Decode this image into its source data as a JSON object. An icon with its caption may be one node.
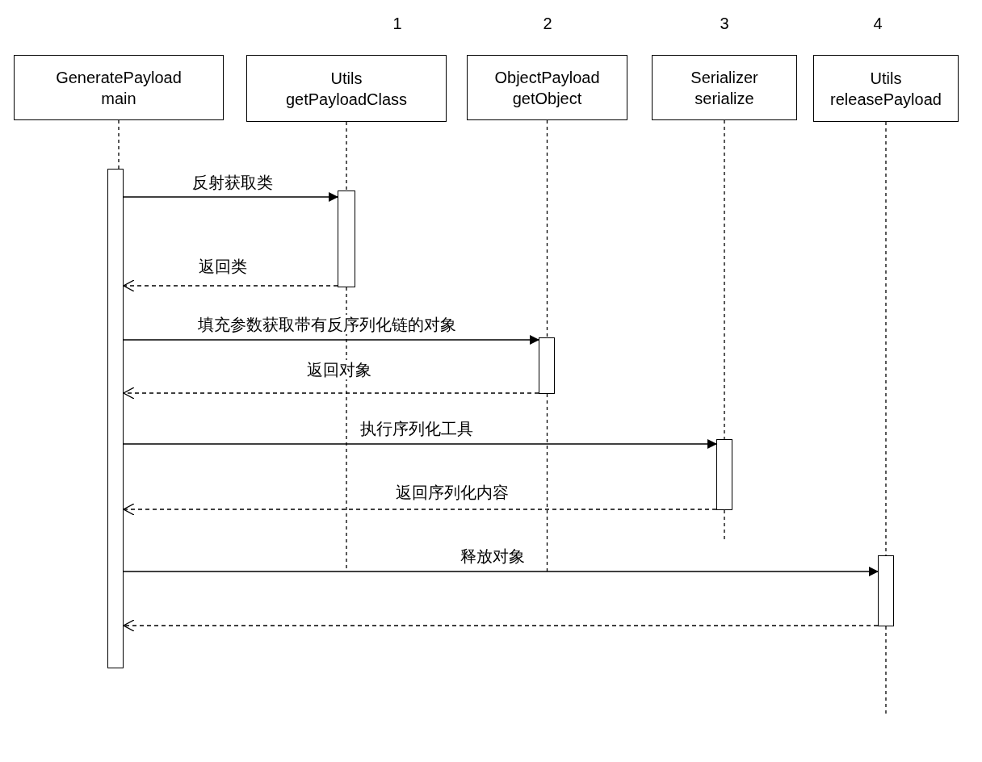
{
  "diagram": {
    "nodes": [
      {
        "text": [
          "GeneratePayload",
          "main"
        ]
      },
      {
        "text": [
          "Utils",
          "getPayloadClass"
        ]
      },
      {
        "text": [
          "ObjectPayload",
          "getObject"
        ]
      },
      {
        "text": [
          "Serializer",
          "serialize"
        ]
      },
      {
        "text": [
          "Utils",
          "releasePayload"
        ]
      },
      {
        "text": [],
        "shape": "bar"
      },
      {
        "text": [],
        "shape": "bar"
      },
      {
        "text": [],
        "shape": "bar"
      },
      {
        "text": [],
        "shape": "bar"
      },
      {
        "text": [],
        "shape": "bar"
      }
    ],
    "edges": [
      {
        "from": 5,
        "to": 6,
        "arrow": "to",
        "label": "反射获取类"
      },
      {
        "from": 6,
        "to": 5,
        "arrow": "to",
        "label": "返回类",
        "style": "dashed"
      },
      {
        "from": 5,
        "to": 7,
        "arrow": "to",
        "label": "填充参数获取带有反序列化链的对象"
      },
      {
        "from": 7,
        "to": 5,
        "arrow": "to",
        "label": "返回对象",
        "style": "dashed"
      },
      {
        "from": 5,
        "to": 8,
        "arrow": "to",
        "label": "执行序列化工具"
      },
      {
        "from": 8,
        "to": 5,
        "arrow": "to",
        "label": "返回序列化内容",
        "style": "dashed"
      },
      {
        "from": 5,
        "to": 9,
        "arrow": "to",
        "label": "释放对象"
      },
      {
        "from": 9,
        "to": 5,
        "arrow": "to",
        "style": "dashed"
      },
      {
        "from": 0,
        "to": 5,
        "arrow": "none",
        "style": "dashed"
      },
      {
        "from": 1,
        "to": 6,
        "arrow": "none",
        "style": "dashed"
      },
      {
        "from": 2,
        "to": 7,
        "arrow": "none",
        "style": "dashed"
      },
      {
        "from": 3,
        "to": 8,
        "arrow": "none",
        "style": "dashed"
      },
      {
        "from": 4,
        "to": 9,
        "arrow": "none",
        "style": "dashed"
      }
    ],
    "labels": [
      "1",
      "2",
      "3",
      "4"
    ]
  }
}
